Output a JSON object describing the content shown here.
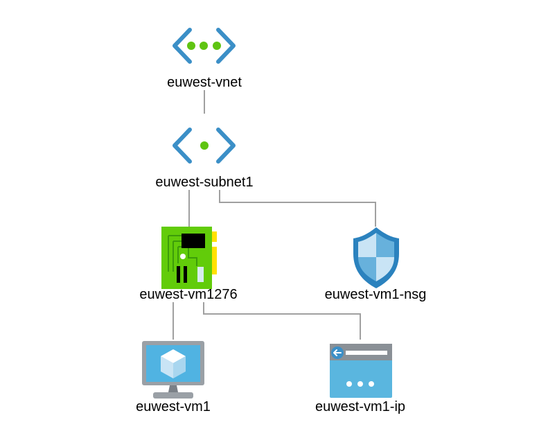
{
  "diagram": {
    "nodes": [
      {
        "id": "vnet",
        "label": "euwest-vnet",
        "icon": "virtual-network-icon"
      },
      {
        "id": "subnet",
        "label": "euwest-subnet1",
        "icon": "subnet-icon"
      },
      {
        "id": "nic",
        "label": "euwest-vm1276",
        "icon": "network-interface-icon"
      },
      {
        "id": "nsg",
        "label": "euwest-vm1-nsg",
        "icon": "network-security-group-icon"
      },
      {
        "id": "vm",
        "label": "euwest-vm1",
        "icon": "virtual-machine-icon"
      },
      {
        "id": "ip",
        "label": "euwest-vm1-ip",
        "icon": "public-ip-icon"
      }
    ],
    "edges": [
      {
        "from": "vnet",
        "to": "subnet"
      },
      {
        "from": "subnet",
        "to": "nic"
      },
      {
        "from": "subnet",
        "to": "nsg"
      },
      {
        "from": "nic",
        "to": "vm"
      },
      {
        "from": "nic",
        "to": "ip"
      }
    ]
  },
  "colors": {
    "connector": "#a0a0a0",
    "azure_blue": "#3b8fc7",
    "green_dot": "#5fc412",
    "nic_green": "#62cc0a",
    "nic_dark_green": "#3c9c0a",
    "nic_yellow": "#ffe100"
  }
}
